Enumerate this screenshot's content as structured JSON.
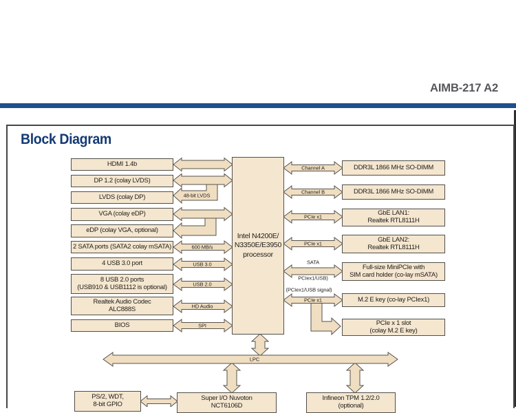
{
  "page": {
    "header_title": "AIMB-217 A2",
    "section_title": "Block Diagram"
  },
  "colors": {
    "accent_rule_blue": "#1e4f8e",
    "section_title_blue": "#143a74",
    "header_text_gray": "#56575a",
    "box_fill_beige": "#f4e6cf",
    "box_border": "#514e48",
    "arrow_fill": "#f0dec2",
    "arrow_stroke": "#56524a"
  },
  "diagram": {
    "boxes": [
      {
        "id": "hdmi",
        "label": "HDMI 1.4b"
      },
      {
        "id": "dp",
        "label": "DP 1.2 (colay LVDS)"
      },
      {
        "id": "lvds",
        "label": "LVDS (colay DP)"
      },
      {
        "id": "vga",
        "label": "VGA (colay eDP)"
      },
      {
        "id": "edp",
        "label": "eDP (colay VGA, optional)"
      },
      {
        "id": "sata",
        "label": "2 SATA ports (SATA2 colay mSATA)"
      },
      {
        "id": "usb3",
        "label": "4 USB 3.0 port"
      },
      {
        "id": "usb2",
        "label": "8 USB 2.0 ports\n(USB910 & USB1112 is optional)"
      },
      {
        "id": "audio",
        "label": "Realtek Audio Codec\nALC888S"
      },
      {
        "id": "bios",
        "label": "BIOS"
      },
      {
        "id": "cpu",
        "label": "Intel N4200E/\nN3350E/E3950\nprocessor"
      },
      {
        "id": "ddr1",
        "label": "DDR3L 1866 MHz SO-DIMM"
      },
      {
        "id": "ddr2",
        "label": "DDR3L 1866 MHz SO-DIMM"
      },
      {
        "id": "lan1",
        "label": "GbE LAN1:\nRealtek RTL8111H"
      },
      {
        "id": "lan2",
        "label": "GbE LAN2:\nRealtek RTL8111H"
      },
      {
        "id": "mini",
        "label": "Full-size MiniPCIe with\nSIM card holder (co-lay mSATA)"
      },
      {
        "id": "m2",
        "label": "M.2 E key (co-lay PCIex1)"
      },
      {
        "id": "pcieslot",
        "label": "PCIe x 1 slot\n(colay M.2 E key)"
      },
      {
        "id": "ps2",
        "label": "PS/2, WDT,\n8-bit GPIO"
      },
      {
        "id": "sio",
        "label": "Super I/O Nuvoton\nNCT6106D"
      },
      {
        "id": "tpm",
        "label": "Infineon TPM 1.2/2.0\n(optional)"
      }
    ],
    "arrows": [
      {
        "id": "hdmi",
        "from": "hdmi",
        "to": "cpu"
      },
      {
        "id": "dp",
        "from": "dp",
        "to": "cpu"
      },
      {
        "id": "vga",
        "from": "vga",
        "to": "cpu"
      },
      {
        "id": "sata600",
        "from": "sata",
        "to": "cpu"
      },
      {
        "id": "usb3",
        "from": "usb3",
        "to": "cpu"
      },
      {
        "id": "usb2",
        "from": "usb2",
        "to": "cpu"
      },
      {
        "id": "hda",
        "from": "audio",
        "to": "cpu"
      },
      {
        "id": "spi",
        "from": "bios",
        "to": "cpu"
      },
      {
        "id": "cha",
        "from": "cpu",
        "to": "ddr1"
      },
      {
        "id": "chb",
        "from": "cpu",
        "to": "ddr2"
      },
      {
        "id": "pcie_lan1",
        "from": "cpu",
        "to": "lan1"
      },
      {
        "id": "pcie_lan2",
        "from": "cpu",
        "to": "lan2"
      },
      {
        "id": "sata_mini",
        "from": "cpu",
        "to": "mini"
      },
      {
        "id": "m2",
        "from": "cpu",
        "to": "m2"
      },
      {
        "id": "ps2sio",
        "from": "ps2",
        "to": "sio"
      },
      {
        "id": "cpu_lpc",
        "from": "cpu",
        "to": "lpc"
      },
      {
        "id": "lpc_sio",
        "from": "lpc",
        "to": "sio"
      },
      {
        "id": "lpc_tpm",
        "from": "lpc",
        "to": "tpm"
      },
      {
        "id": "lpc_bus",
        "from": "lpc",
        "to": "lpc"
      }
    ],
    "branches": [
      {
        "id": "lvds_branch",
        "from": "dp-arrow",
        "to": "lvds"
      },
      {
        "id": "edp_branch",
        "from": "vga-arrow",
        "to": "edp"
      },
      {
        "id": "m2_slot_branch",
        "from": "m2-arrow",
        "to": "pcieslot"
      }
    ],
    "labels": [
      {
        "id": "l48",
        "text": "48-bit LVDS"
      },
      {
        "id": "sata600",
        "text": "600 MB/s"
      },
      {
        "id": "usb3",
        "text": "USB 3.0"
      },
      {
        "id": "usb2",
        "text": "USB 2.0"
      },
      {
        "id": "hda",
        "text": "HD Audio"
      },
      {
        "id": "spi",
        "text": "SPI"
      },
      {
        "id": "cha",
        "text": "Channel A"
      },
      {
        "id": "chb",
        "text": "Channel B"
      },
      {
        "id": "pcie_lan1",
        "text": "PCIe x1"
      },
      {
        "id": "pcie_lan2",
        "text": "PCIe x1"
      },
      {
        "id": "sata_top",
        "text": "SATA"
      },
      {
        "id": "pciex1usb",
        "text": "PCIex1/USB)"
      },
      {
        "id": "signal",
        "text": "(PCIex1/USB signal)"
      },
      {
        "id": "m2",
        "text": "PCIe x1"
      },
      {
        "id": "lpc",
        "text": "LPC"
      }
    ]
  }
}
